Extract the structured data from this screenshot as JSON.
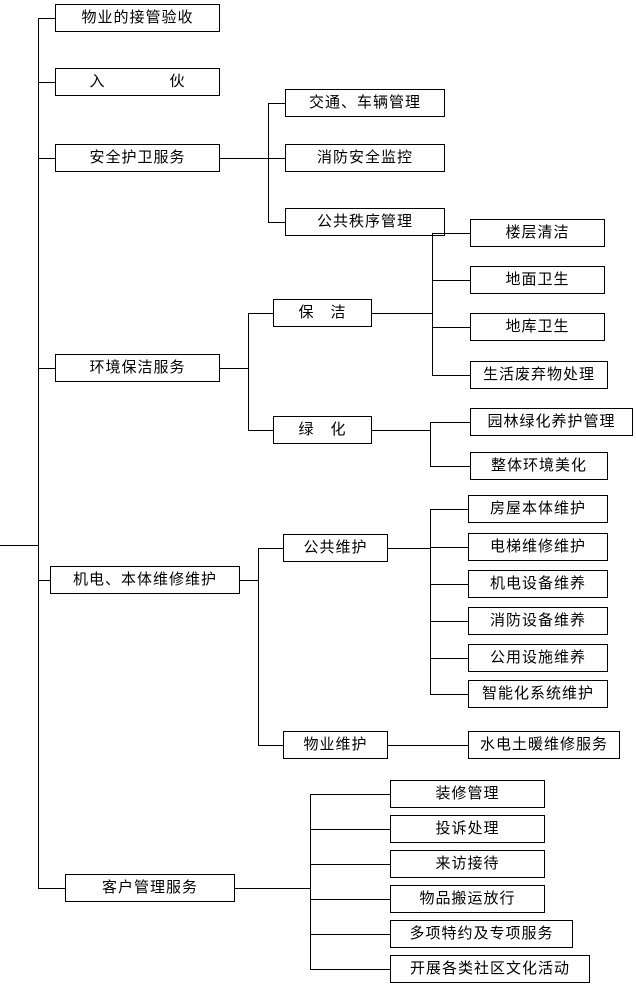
{
  "diagram": {
    "type": "tree",
    "orientation": "left-to-right",
    "colors": {
      "line": "#000000",
      "box_border": "#000000",
      "background": "#ffffff"
    },
    "tree": {
      "root": {
        "children": [
          {
            "label": "物业的接管验收"
          },
          {
            "label": "入　　　　伙"
          },
          {
            "label": "安全护卫服务",
            "children": [
              {
                "label": "交通、车辆管理"
              },
              {
                "label": "消防安全监控"
              },
              {
                "label": "公共秩序管理"
              }
            ]
          },
          {
            "label": "环境保洁服务",
            "children": [
              {
                "label": "保　洁",
                "children": [
                  {
                    "label": "楼层清洁"
                  },
                  {
                    "label": "地面卫生"
                  },
                  {
                    "label": "地库卫生"
                  },
                  {
                    "label": "生活废弃物处理"
                  }
                ]
              },
              {
                "label": "绿　化",
                "children": [
                  {
                    "label": "园林绿化养护管理"
                  },
                  {
                    "label": "整体环境美化"
                  }
                ]
              }
            ]
          },
          {
            "label": "机电、本体维修维护",
            "children": [
              {
                "label": "公共维护",
                "children": [
                  {
                    "label": "房屋本体维护"
                  },
                  {
                    "label": "电梯维修维护"
                  },
                  {
                    "label": "机电设备维养"
                  },
                  {
                    "label": "消防设备维养"
                  },
                  {
                    "label": "公用设施维养"
                  },
                  {
                    "label": "智能化系统维护"
                  }
                ]
              },
              {
                "label": "物业维护",
                "children": [
                  {
                    "label": "水电土暖维修服务"
                  }
                ]
              }
            ]
          },
          {
            "label": "客户管理服务",
            "children": [
              {
                "label": "装修管理"
              },
              {
                "label": "投诉处理"
              },
              {
                "label": "来访接待"
              },
              {
                "label": "物品搬运放行"
              },
              {
                "label": "多项特约及专项服务"
              },
              {
                "label": "开展各类社区文化活动"
              }
            ]
          }
        ]
      }
    }
  }
}
